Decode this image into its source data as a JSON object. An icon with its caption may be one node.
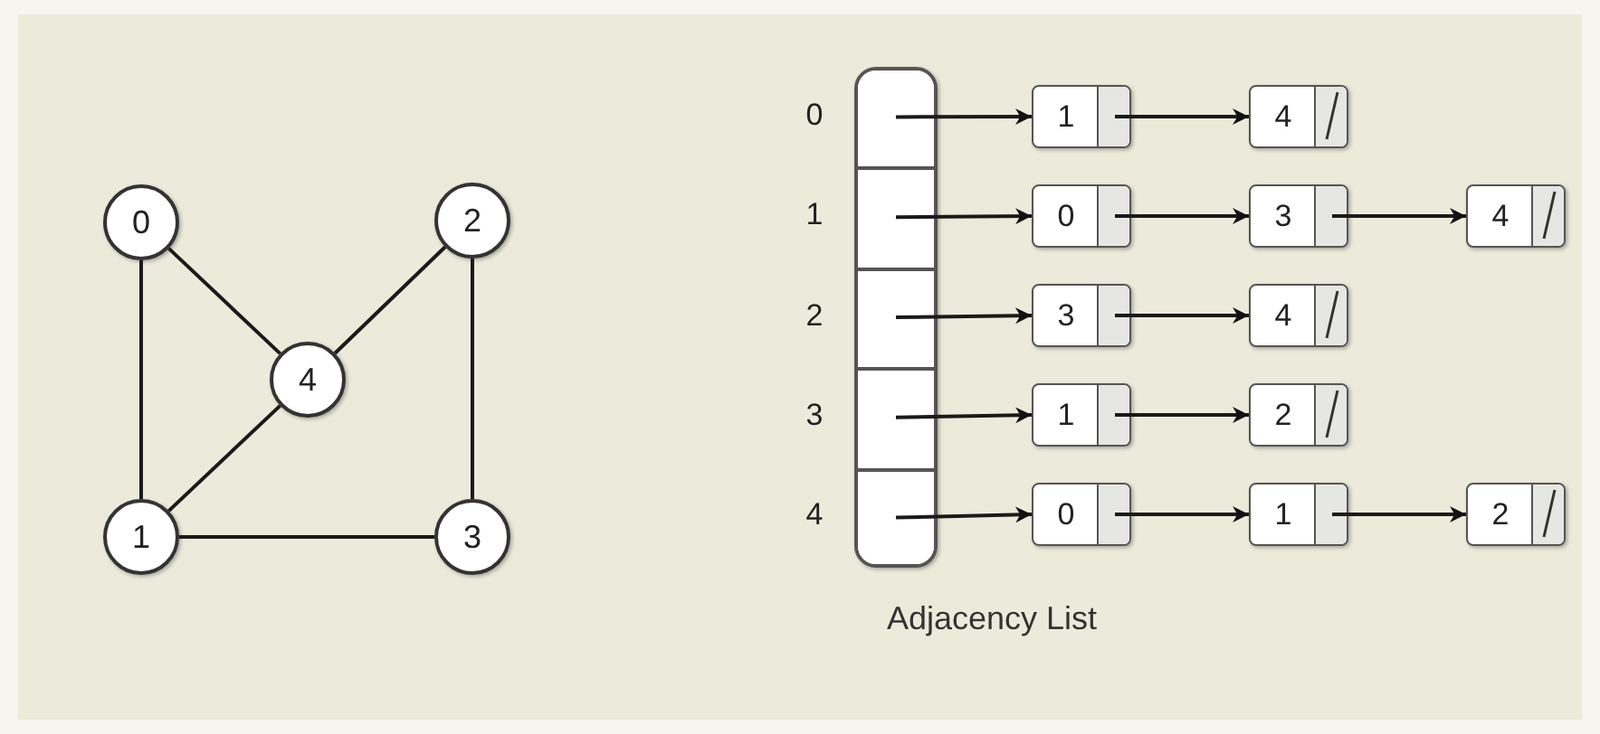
{
  "diagram": {
    "nodes": [
      {
        "text": [
          "0"
        ]
      },
      {
        "text": [
          "2"
        ]
      },
      {
        "text": [
          "4"
        ]
      },
      {
        "text": [
          "1"
        ]
      },
      {
        "text": [
          "3"
        ]
      },
      {
        "text": [],
        "shape": "bar"
      },
      {
        "text": [],
        "shape": "box",
        "in": 5,
        "beside": [
          "0"
        ]
      },
      {
        "text": [],
        "shape": "box",
        "in": 5,
        "beside": [
          "1"
        ]
      },
      {
        "text": [],
        "shape": "box",
        "in": 5,
        "beside": [
          "2"
        ]
      },
      {
        "text": [],
        "shape": "box",
        "in": 5,
        "beside": [
          "3"
        ]
      },
      {
        "text": [],
        "shape": "box",
        "in": 5,
        "beside": [
          "4"
        ]
      },
      {
        "text": [
          "1"
        ]
      },
      {
        "text": [
          "4"
        ]
      },
      {
        "text": [
          "0"
        ]
      },
      {
        "text": [
          "3"
        ]
      },
      {
        "text": [
          "4"
        ]
      },
      {
        "text": [
          "3"
        ]
      },
      {
        "text": [
          "4"
        ]
      },
      {
        "text": [
          "1"
        ]
      },
      {
        "text": [
          "2"
        ]
      },
      {
        "text": [
          "0"
        ]
      },
      {
        "text": [
          "1"
        ]
      },
      {
        "text": [
          "2"
        ]
      }
    ],
    "edges": [
      {
        "from": 0,
        "to": 3,
        "arrow": "none"
      },
      {
        "from": 0,
        "to": 2,
        "arrow": "none"
      },
      {
        "from": 1,
        "to": 2,
        "arrow": "none"
      },
      {
        "from": 1,
        "to": 4,
        "arrow": "none"
      },
      {
        "from": 3,
        "to": 2,
        "arrow": "none"
      },
      {
        "from": 3,
        "to": 4,
        "arrow": "none"
      },
      {
        "from": 6,
        "to": 11,
        "arrow": "to"
      },
      {
        "from": 11,
        "to": 12,
        "arrow": "to"
      },
      {
        "from": 7,
        "to": 13,
        "arrow": "to"
      },
      {
        "from": 13,
        "to": 14,
        "arrow": "to"
      },
      {
        "from": 14,
        "to": 15,
        "arrow": "to"
      },
      {
        "from": 8,
        "to": 16,
        "arrow": "to"
      },
      {
        "from": 16,
        "to": 17,
        "arrow": "to"
      },
      {
        "from": 9,
        "to": 18,
        "arrow": "to"
      },
      {
        "from": 18,
        "to": 19,
        "arrow": "to"
      },
      {
        "from": 10,
        "to": 20,
        "arrow": "to"
      },
      {
        "from": 20,
        "to": 21,
        "arrow": "to"
      },
      {
        "from": 21,
        "to": 22,
        "arrow": "to"
      }
    ],
    "labels": [
      "Adjacency List"
    ]
  }
}
